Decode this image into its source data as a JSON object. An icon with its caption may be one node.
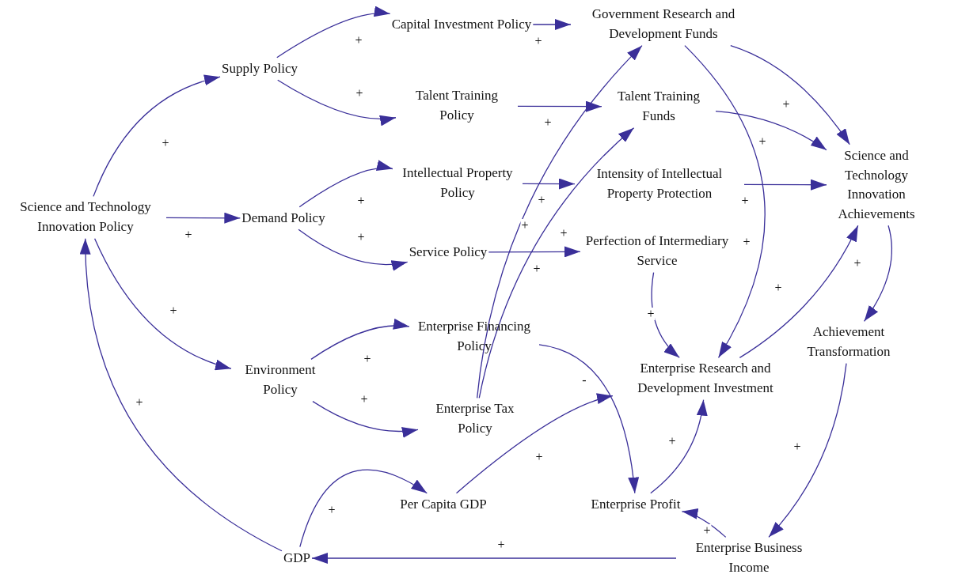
{
  "diagram": {
    "nodes": [
      {
        "text": [
          "Science and Technology Innovation Policy"
        ]
      },
      {
        "text": [
          "Supply Policy"
        ]
      },
      {
        "text": [
          "Demand Policy"
        ]
      },
      {
        "text": [
          "Environment Policy"
        ]
      },
      {
        "text": [
          "Capital Investment Policy"
        ]
      },
      {
        "text": [
          "Talent Training Policy"
        ]
      },
      {
        "text": [
          "Intellectual Property Policy"
        ]
      },
      {
        "text": [
          "Service Policy"
        ]
      },
      {
        "text": [
          "Enterprise Financing Policy"
        ]
      },
      {
        "text": [
          "Enterprise Tax Policy"
        ]
      },
      {
        "text": [
          "Government Research and Development Funds"
        ]
      },
      {
        "text": [
          "Talent Training Funds"
        ]
      },
      {
        "text": [
          "Intensity of Intellectual Property Protection"
        ]
      },
      {
        "text": [
          "Perfection of Intermediary Service"
        ]
      },
      {
        "text": [
          "Science and Technology Innovation Achievements"
        ]
      },
      {
        "text": [
          "Achievement Transformation"
        ]
      },
      {
        "text": [
          "Enterprise Research and Development Investment"
        ]
      },
      {
        "text": [
          "Per Capita GDP"
        ]
      },
      {
        "text": [
          "Enterprise Profit"
        ]
      },
      {
        "text": [
          "Enterprise Business Income"
        ]
      },
      {
        "text": [
          "GDP"
        ]
      }
    ],
    "edges": [
      {
        "from": 0,
        "to": 1,
        "arrow": "to",
        "label": "+"
      },
      {
        "from": 0,
        "to": 2,
        "arrow": "to",
        "label": "+"
      },
      {
        "from": 0,
        "to": 3,
        "arrow": "to",
        "label": "+"
      },
      {
        "from": 1,
        "to": 4,
        "arrow": "to",
        "label": "+"
      },
      {
        "from": 1,
        "to": 5,
        "arrow": "to",
        "label": "+"
      },
      {
        "from": 2,
        "to": 6,
        "arrow": "to",
        "label": "+"
      },
      {
        "from": 2,
        "to": 7,
        "arrow": "to",
        "label": "+"
      },
      {
        "from": 3,
        "to": 8,
        "arrow": "to",
        "label": "+"
      },
      {
        "from": 3,
        "to": 9,
        "arrow": "to",
        "label": "+"
      },
      {
        "from": 4,
        "to": 10,
        "arrow": "to",
        "label": "+"
      },
      {
        "from": 5,
        "to": 11,
        "arrow": "to",
        "label": "+"
      },
      {
        "from": 6,
        "to": 12,
        "arrow": "to",
        "label": "+"
      },
      {
        "from": 7,
        "to": 13,
        "arrow": "to",
        "label": "+"
      },
      {
        "from": 9,
        "to": 10,
        "arrow": "to",
        "label": "+"
      },
      {
        "from": 9,
        "to": 11,
        "arrow": "to",
        "label": "+"
      },
      {
        "from": 10,
        "to": 14,
        "arrow": "to",
        "label": "+"
      },
      {
        "from": 11,
        "to": 14,
        "arrow": "to",
        "label": "+"
      },
      {
        "from": 12,
        "to": 14,
        "arrow": "to",
        "label": "+"
      },
      {
        "from": 10,
        "to": 16,
        "arrow": "to",
        "label": "+"
      },
      {
        "from": 13,
        "to": 16,
        "arrow": "to",
        "label": "+"
      },
      {
        "from": 16,
        "to": 14,
        "arrow": "to",
        "label": "+"
      },
      {
        "from": 14,
        "to": 15,
        "arrow": "to",
        "label": "+"
      },
      {
        "from": 15,
        "to": 19,
        "arrow": "to",
        "label": "+"
      },
      {
        "from": 8,
        "to": 18,
        "arrow": "to",
        "label": "-"
      },
      {
        "from": 17,
        "to": 16,
        "arrow": "to",
        "label": "+"
      },
      {
        "from": 18,
        "to": 16,
        "arrow": "to",
        "label": "+"
      },
      {
        "from": 19,
        "to": 18,
        "arrow": "to",
        "label": "+"
      },
      {
        "from": 19,
        "to": 20,
        "arrow": "to",
        "label": "+"
      },
      {
        "from": 20,
        "to": 17,
        "arrow": "to",
        "label": "+"
      },
      {
        "from": 20,
        "to": 0,
        "arrow": "to",
        "label": "+"
      }
    ]
  }
}
